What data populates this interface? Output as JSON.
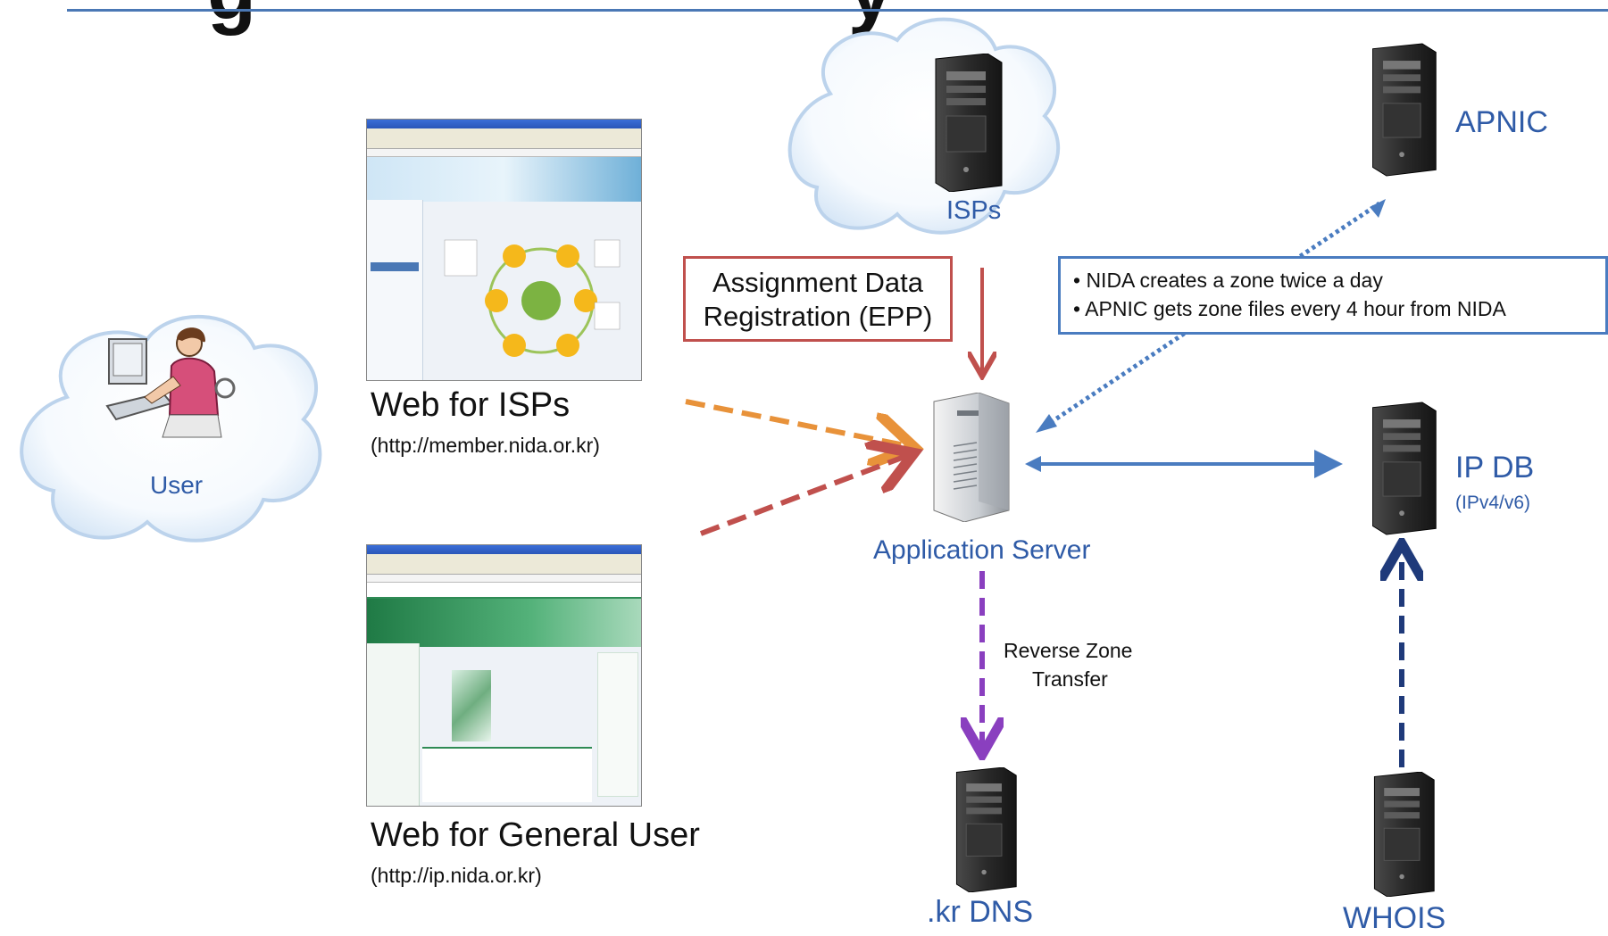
{
  "diagram": {
    "title_fragment": "g",
    "title_fragment_right": "y",
    "user": {
      "label": "User"
    },
    "isps_cloud": {
      "label": "ISPs"
    },
    "web_isps": {
      "title": "Web for ISPs",
      "url": "(http://member.nida.or.kr)"
    },
    "web_general": {
      "title": "Web for General User",
      "url": "(http://ip.nida.or.kr)"
    },
    "assignment_box": {
      "line1": "Assignment Data",
      "line2": "Registration (EPP)"
    },
    "app_server": {
      "label": "Application Server"
    },
    "apnic": {
      "label": "APNIC"
    },
    "ip_db": {
      "label": "IP DB",
      "sublabel": "(IPv4/v6)"
    },
    "kr_dns": {
      "label": ".kr DNS"
    },
    "whois": {
      "label": "WHOIS"
    },
    "reverse_zone": {
      "line1": "Reverse Zone",
      "line2": "Transfer"
    },
    "info_box": {
      "bullet1": "• NIDA creates a zone twice a day",
      "bullet2": "• APNIC gets zone files every 4 hour from NIDA"
    },
    "colors": {
      "label_blue": "#2f5ba7",
      "arrow_orange": "#e8923a",
      "arrow_red": "#c0504d",
      "arrow_blue": "#4a7cc0",
      "arrow_purple": "#8a3fbf",
      "arrow_navy": "#1f3a7a"
    }
  }
}
